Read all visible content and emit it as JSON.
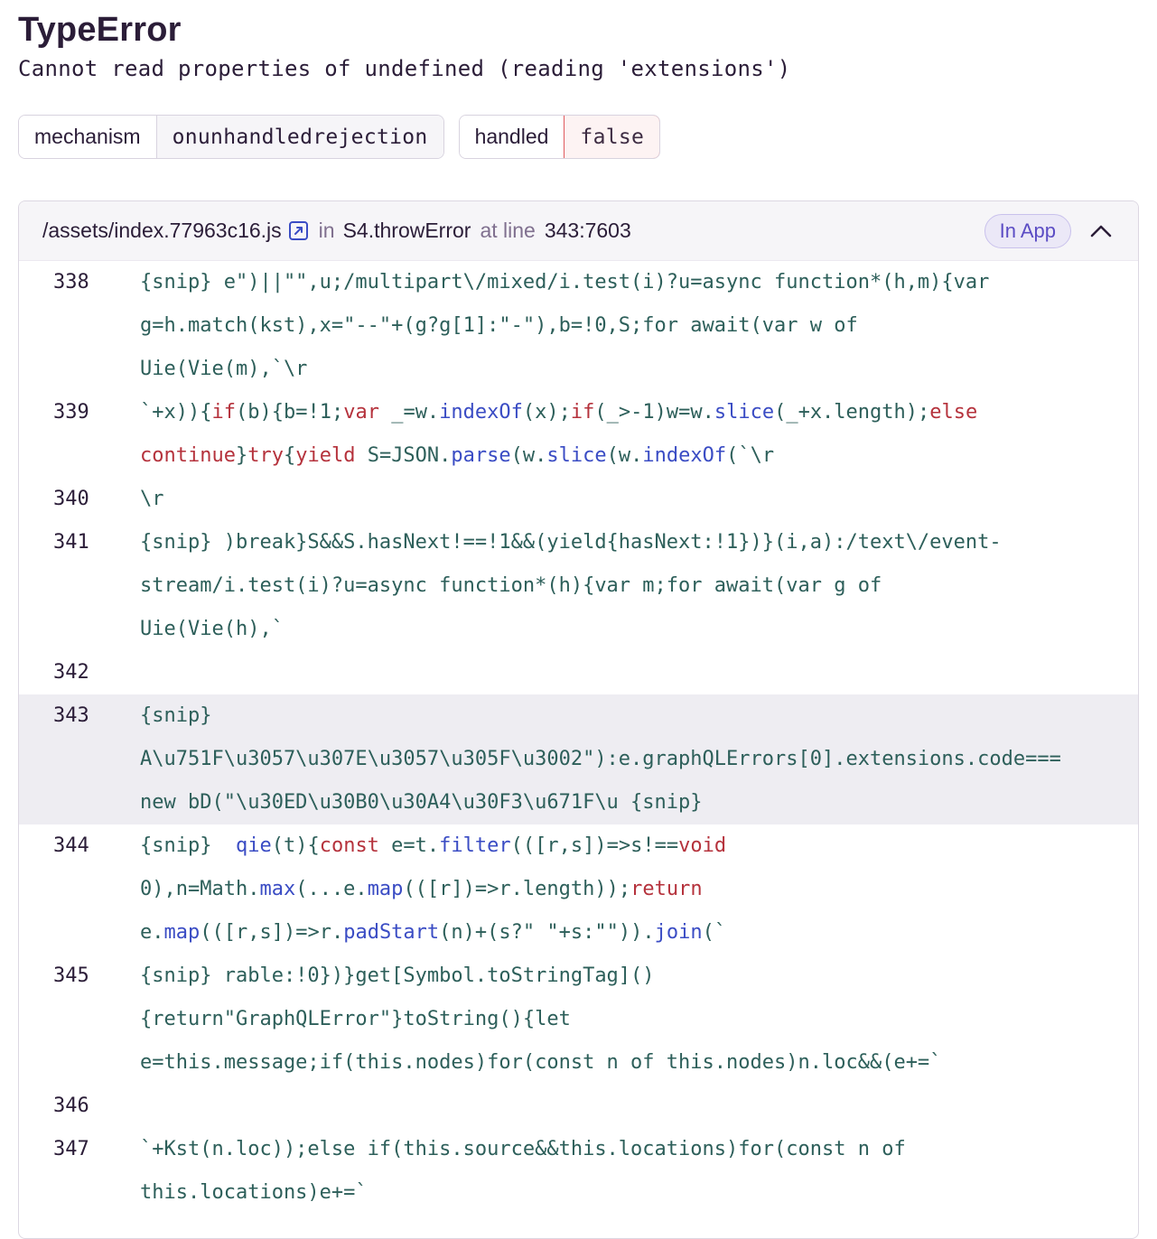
{
  "error": {
    "type": "TypeError",
    "message": "Cannot read properties of undefined (reading 'extensions')"
  },
  "tags": [
    {
      "key": "mechanism",
      "value": "onunhandledrejection"
    },
    {
      "key": "handled",
      "value": "false"
    }
  ],
  "frame": {
    "file": "/assets/index.77963c16.js",
    "in_label": "in",
    "function": "S4.throwError",
    "at_line_label": "at line",
    "line_col": "343:7603",
    "in_app_label": "In App",
    "icons": {
      "external": "open-external-icon",
      "collapse": "chevron-up-icon"
    },
    "active_line": 343
  },
  "code_lines": [
    {
      "number": "338",
      "text": [
        "{snip} e\")||\"\",u;/multipart\\/mixed/i.test(i)?u=async function*(h,m){var",
        "g=h.match(kst),x=\"--\"+(g?g[1]:\"-\"),b=!0,S;for await(var w of",
        "Uie(Vie(m),`\\r"
      ]
    },
    {
      "number": "339",
      "text": [
        "`+x)){if(b){b=!1;var _=w.indexOf(x);if(_>-1)w=w.slice(_+x.length);else",
        "continue}try{yield S=JSON.parse(w.slice(w.indexOf(`\\r"
      ]
    },
    {
      "number": "340",
      "text": [
        "\\r"
      ]
    },
    {
      "number": "341",
      "text": [
        "{snip} )break}S&&S.hasNext!==!1&&(yield{hasNext:!1})}(i,a):/text\\/event-",
        "stream/i.test(i)?u=async function*(h){var m;for await(var g of",
        "Uie(Vie(h),`"
      ]
    },
    {
      "number": "342",
      "text": [
        ""
      ]
    },
    {
      "number": "343",
      "text": [
        "{snip}",
        "A\\u751F\\u3057\\u307E\\u3057\\u305F\\u3002\"):e.graphQLErrors[0].extensions.code===",
        "new bD(\"\\u30ED\\u30B0\\u30A4\\u30F3\\u671F\\u {snip}"
      ]
    },
    {
      "number": "344",
      "text": [
        "{snip}  qie(t){const e=t.filter(([r,s])=>s!==void",
        "0),n=Math.max(...e.map(([r])=>r.length));return",
        "e.map(([r,s])=>r.padStart(n)+(s?\" \"+s:\"\")).join(`"
      ]
    },
    {
      "number": "345",
      "text": [
        "{snip} rable:!0})}get[Symbol.toStringTag]()",
        "{return\"GraphQLError\"}toString(){let",
        "e=this.message;if(this.nodes)for(const n of this.nodes)n.loc&&(e+=`"
      ]
    },
    {
      "number": "346",
      "text": [
        ""
      ]
    },
    {
      "number": "347",
      "text": [
        "`+Kst(n.loc));else if(this.source&&this.locations)for(const n of",
        "this.locations)e+=`"
      ]
    }
  ]
}
